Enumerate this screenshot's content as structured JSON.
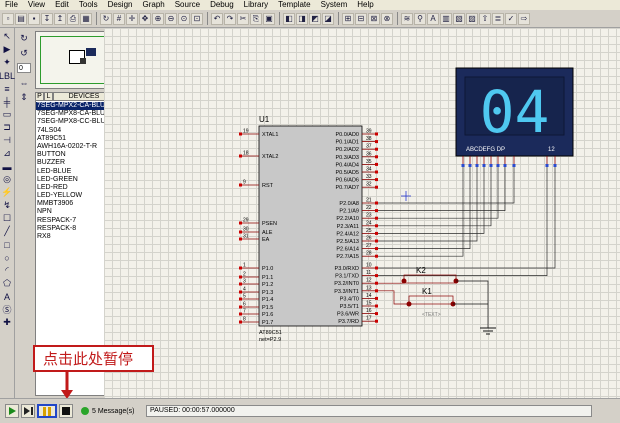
{
  "menu": [
    "File",
    "View",
    "Edit",
    "Tools",
    "Design",
    "Graph",
    "Source",
    "Debug",
    "Library",
    "Template",
    "System",
    "Help"
  ],
  "sidepanel": {
    "rotation_value": "0",
    "tab_p": "P",
    "tab_l": "L",
    "devices_header": "DEVICES",
    "devices": [
      "7SEG-MPX2-CA-BLUE",
      "7SEG-MPX8-CA-BLUE",
      "7SEG-MPX8-CC-BLUE",
      "74LS04",
      "AT89C51",
      "AWH16A-0202-T-R",
      "BUTTON",
      "BUZZER",
      "LED-BLUE",
      "LED-GREEN",
      "LED-RED",
      "LED-YELLOW",
      "MMBT3906",
      "NPN",
      "RESPACK-7",
      "RESPACK-8",
      "RX8"
    ],
    "selected_index": 0
  },
  "schematic": {
    "chip_ref": "U1",
    "chip_name": "AT89C51",
    "chip_sub": "net=P2.9",
    "left_pins": [
      {
        "num": "19",
        "name": "XTAL1"
      },
      {
        "num": "18",
        "name": "XTAL2"
      },
      {
        "num": "9",
        "name": "RST"
      },
      {
        "num": "29",
        "name": "PSEN"
      },
      {
        "num": "30",
        "name": "ALE"
      },
      {
        "num": "31",
        "name": "EA"
      },
      {
        "num": "1",
        "name": "P1.0"
      },
      {
        "num": "2",
        "name": "P1.1"
      },
      {
        "num": "3",
        "name": "P1.2"
      },
      {
        "num": "4",
        "name": "P1.3"
      },
      {
        "num": "5",
        "name": "P1.4"
      },
      {
        "num": "6",
        "name": "P1.5"
      },
      {
        "num": "7",
        "name": "P1.6"
      },
      {
        "num": "8",
        "name": "P1.7"
      }
    ],
    "right_pins": [
      {
        "num": "39",
        "name": "P0.0/AD0"
      },
      {
        "num": "38",
        "name": "P0.1/AD1"
      },
      {
        "num": "37",
        "name": "P0.2/AD2"
      },
      {
        "num": "36",
        "name": "P0.3/AD3"
      },
      {
        "num": "35",
        "name": "P0.4/AD4"
      },
      {
        "num": "34",
        "name": "P0.5/AD5"
      },
      {
        "num": "33",
        "name": "P0.6/AD6"
      },
      {
        "num": "32",
        "name": "P0.7/AD7"
      },
      {
        "num": "21",
        "name": "P2.0/A8"
      },
      {
        "num": "22",
        "name": "P2.1/A9"
      },
      {
        "num": "23",
        "name": "P2.2/A10"
      },
      {
        "num": "24",
        "name": "P2.3/A11"
      },
      {
        "num": "25",
        "name": "P2.4/A12"
      },
      {
        "num": "26",
        "name": "P2.5/A13"
      },
      {
        "num": "27",
        "name": "P2.6/A14"
      },
      {
        "num": "28",
        "name": "P2.7/A15"
      },
      {
        "num": "10",
        "name": "P3.0/RXD"
      },
      {
        "num": "11",
        "name": "P3.1/TXD"
      },
      {
        "num": "12",
        "name": "P3.2/INT0"
      },
      {
        "num": "13",
        "name": "P3.3/INT1"
      },
      {
        "num": "14",
        "name": "P3.4/T0"
      },
      {
        "num": "15",
        "name": "P3.5/T1"
      },
      {
        "num": "16",
        "name": "P3.6/WR"
      },
      {
        "num": "17",
        "name": "P3.7/RD"
      }
    ],
    "display_digits": "04",
    "display_pin_label": "ABCDEFG DP",
    "display_pin_label2": "12",
    "k1_label": "K1",
    "k2_label": "K2",
    "text_label": "<TEXT>"
  },
  "annotation": "点击此处暂停",
  "status": {
    "messages": "5 Message(s)",
    "paused": "PAUSED: 00:00:57.000000"
  }
}
